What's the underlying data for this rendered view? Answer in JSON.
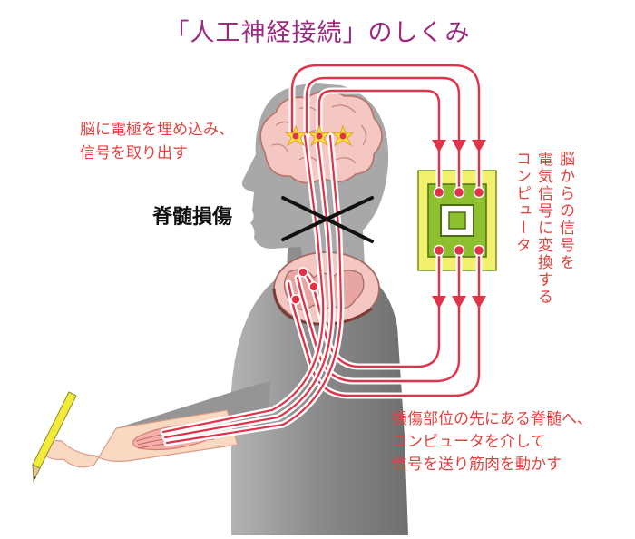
{
  "title": "「人工神経接続」のしくみ",
  "brain_note": "脳に電極を埋め込み、\n信号を取り出す",
  "injury_label": "脊髄損傷",
  "computer_note_lines": [
    "脳からの信号を",
    "電気信号に変換する",
    "コンピュータ"
  ],
  "bottom_note": "損傷部位の先にある脊髄へ、\nコンピュータを介して\n信号を送り筋肉を動かす",
  "colors": {
    "title": "#9c2a80",
    "note_text": "#e0433f",
    "nerve_line": "#e0334a",
    "silhouette": "#8d8d8d",
    "chip_outer": "#8dbf2e",
    "chip_inner": "#f2ef6c",
    "brain": "#f4c7c2",
    "pencil": "#f3ea3a"
  }
}
